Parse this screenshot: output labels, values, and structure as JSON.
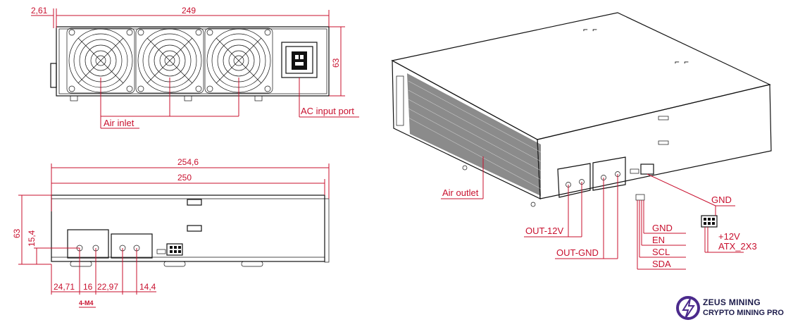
{
  "dimensions": {
    "top_offset": "2,61",
    "top_width": "249",
    "top_height": "63",
    "side_total_width": "254,6",
    "side_width": "250",
    "side_height": "63",
    "side_port_height": "15,4",
    "bottom_1": "24,71",
    "bottom_2": "16",
    "bottom_3": "22,97",
    "bottom_4": "14,4",
    "screw_note": "4-M4"
  },
  "labels": {
    "air_inlet": "Air inlet",
    "ac_input_port": "AC input port",
    "air_outlet": "Air outlet",
    "out_12v": "OUT-12V",
    "out_gnd": "OUT-GND",
    "sig_gnd": "GND",
    "sig_en": "EN",
    "sig_scl": "SCL",
    "sig_sda": "SDA",
    "atx_gnd": "GND",
    "atx_12v": "+12V",
    "atx_name": "ATX_2X3"
  },
  "brand": {
    "line1": "ZEUS MINING",
    "line2": "CRYPTO MINING PRO",
    "accent": "#c8102e",
    "navy": "#1c1b4a"
  }
}
